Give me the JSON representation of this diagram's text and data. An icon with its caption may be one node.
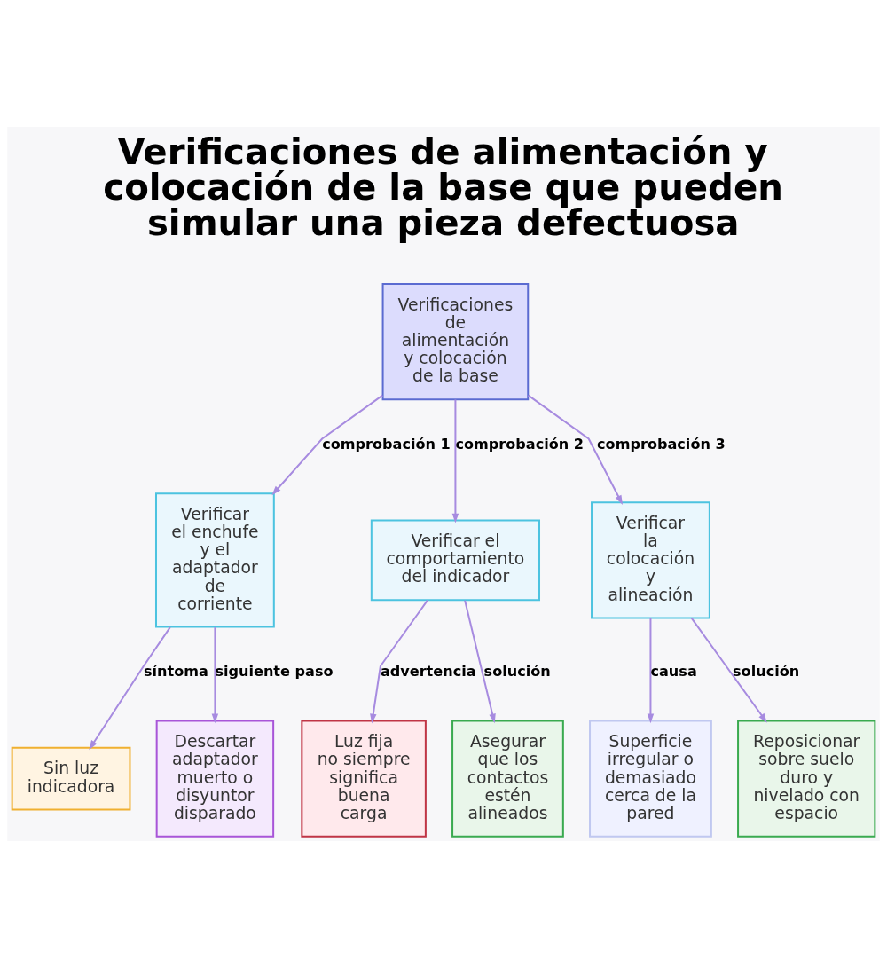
{
  "diagram": {
    "title": "Verificaciones de alimentación y colocación de la base que pueden simular una pieza defectuosa",
    "nodes": [
      {
        "text": [
          "Verificaciones de alimentación y colocación de la base"
        ]
      },
      {
        "text": [
          "Verificar el enchufe y el adaptador de corriente"
        ]
      },
      {
        "text": [
          "Verificar el comportamiento del indicador"
        ]
      },
      {
        "text": [
          "Verificar la colocación y alineación"
        ]
      },
      {
        "text": [
          "Sin luz indicadora"
        ]
      },
      {
        "text": [
          "Descartar adaptador muerto o disyuntor disparado"
        ]
      },
      {
        "text": [
          "Luz fija no siempre significa buena carga"
        ]
      },
      {
        "text": [
          "Asegurar que los contactos estén alineados"
        ]
      },
      {
        "text": [
          "Superficie irregular o demasiado cerca de la pared"
        ]
      },
      {
        "text": [
          "Reposicionar sobre suelo duro y nivelado con espacio"
        ]
      }
    ],
    "edges": [
      {
        "from": 0,
        "to": 1,
        "arrow": "to",
        "label": "comprobación 1"
      },
      {
        "from": 0,
        "to": 2,
        "arrow": "to",
        "label": "comprobación 2"
      },
      {
        "from": 0,
        "to": 3,
        "arrow": "to",
        "label": "comprobación 3"
      },
      {
        "from": 1,
        "to": 4,
        "arrow": "to",
        "label": "síntoma"
      },
      {
        "from": 1,
        "to": 5,
        "arrow": "to",
        "label": "siguiente paso"
      },
      {
        "from": 2,
        "to": 6,
        "arrow": "to",
        "label": "advertencia"
      },
      {
        "from": 2,
        "to": 7,
        "arrow": "to",
        "label": "solución"
      },
      {
        "from": 3,
        "to": 8,
        "arrow": "to",
        "label": "causa"
      },
      {
        "from": 3,
        "to": 9,
        "arrow": "to",
        "label": "solución"
      }
    ]
  }
}
